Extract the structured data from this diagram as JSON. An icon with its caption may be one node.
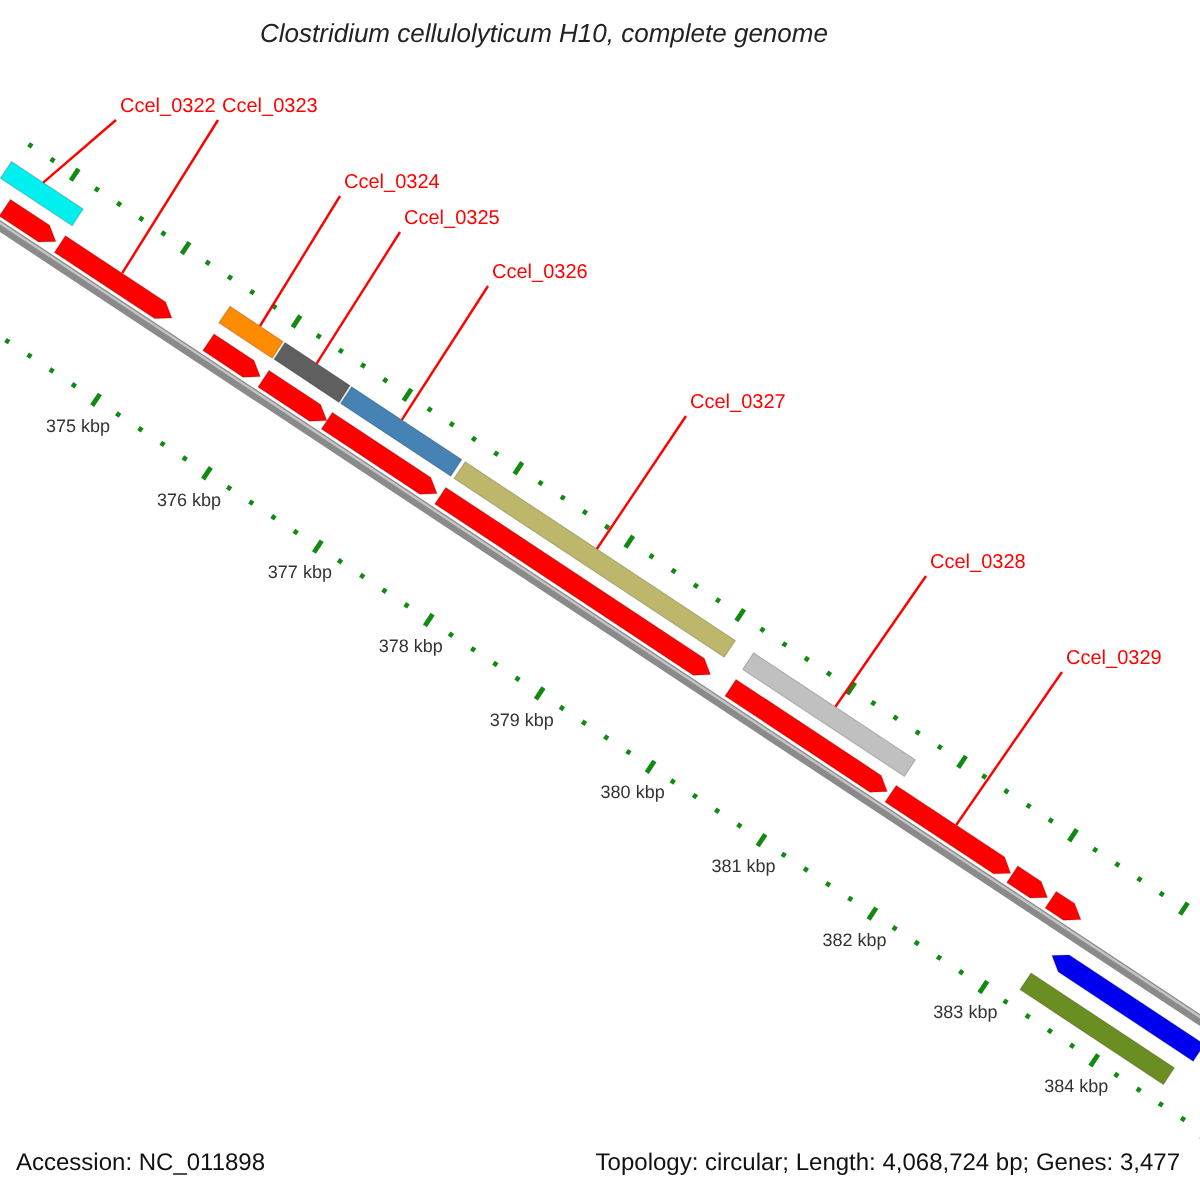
{
  "diagram": {
    "title": "Clostridium cellulolyticum H10, complete genome",
    "nodes": [
      {
        "text": [
          "Ccel_0322"
        ]
      },
      {
        "text": [
          "Ccel_0323"
        ]
      },
      {
        "text": [
          "Ccel_0324"
        ]
      },
      {
        "text": [
          "Ccel_0325"
        ]
      },
      {
        "text": [
          "Ccel_0326"
        ]
      },
      {
        "text": [
          "Ccel_0327"
        ]
      },
      {
        "text": [
          "Ccel_0328"
        ]
      },
      {
        "text": [
          "Ccel_0329"
        ]
      },
      {
        "text": [],
        "shape": "arrow"
      },
      {
        "text": [],
        "shape": "bar"
      },
      {
        "text": [],
        "shape": "arrow"
      },
      {
        "text": [],
        "shape": "bar"
      },
      {
        "text": [],
        "shape": "arrow"
      },
      {
        "text": [],
        "shape": "bar"
      },
      {
        "text": [],
        "shape": "arrow"
      },
      {
        "text": [],
        "shape": "bar"
      },
      {
        "text": [],
        "shape": "arrow"
      },
      {
        "text": [],
        "shape": "bar"
      },
      {
        "text": [],
        "shape": "arrow"
      },
      {
        "text": [],
        "shape": "bar"
      },
      {
        "text": [],
        "shape": "arrow"
      },
      {
        "text": [],
        "shape": "arrow"
      },
      {
        "text": [],
        "shape": "arrow"
      },
      {
        "text": [],
        "shape": "arrow"
      },
      {
        "text": [],
        "shape": "bar"
      },
      {
        "text": [],
        "shape": "arrow"
      }
    ],
    "edges": [
      {
        "from": 0,
        "to": 9,
        "arrow": "none"
      },
      {
        "from": 1,
        "to": 10,
        "arrow": "none"
      },
      {
        "from": 2,
        "to": 11,
        "arrow": "none"
      },
      {
        "from": 3,
        "to": 13,
        "arrow": "none"
      },
      {
        "from": 4,
        "to": 15,
        "arrow": "none"
      },
      {
        "from": 5,
        "to": 17,
        "arrow": "none"
      },
      {
        "from": 6,
        "to": 19,
        "arrow": "none"
      },
      {
        "from": 7,
        "to": 21,
        "arrow": "none"
      }
    ],
    "labels": [
      "375 kbp",
      "376 kbp",
      "377 kbp",
      "378 kbp",
      "379 kbp",
      "380 kbp",
      "381 kbp",
      "382 kbp",
      "383 kbp",
      "384 kbp",
      "Accession: NC_011898",
      "Topology: circular; Length: 4,068,724 bp; Genes: 3,477"
    ]
  }
}
